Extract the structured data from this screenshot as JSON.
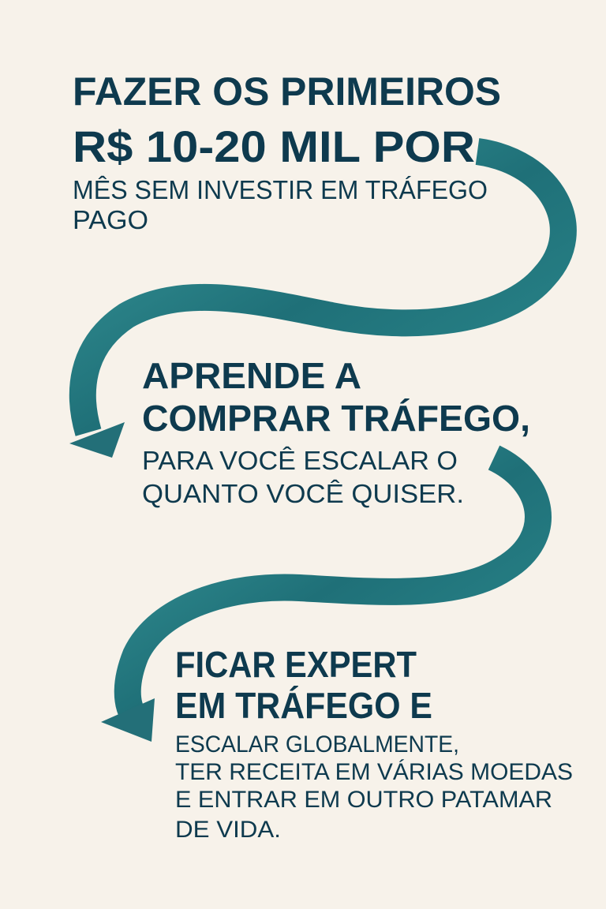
{
  "colors": {
    "background": "#f7f2ea",
    "text": "#0e3a4e",
    "arrow": "#2a7f84"
  },
  "steps": [
    {
      "headline": [
        "FAZER OS PRIMEIROS",
        "R$ 10-20 MIL POR"
      ],
      "body": [
        "MÊS SEM INVESTIR EM TRÁFEGO",
        "PAGO"
      ]
    },
    {
      "headline": [
        "APRENDE A",
        "COMPRAR TRÁFEGO,"
      ],
      "body": [
        "PARA VOCÊ ESCALAR O",
        "QUANTO VOCÊ QUISER."
      ]
    },
    {
      "headline": [
        "FICAR EXPERT",
        "EM TRÁFEGO E"
      ],
      "body": [
        "ESCALAR GLOBALMENTE,",
        "TER RECEITA EM VÁRIAS MOEDAS",
        "E ENTRAR EM OUTRO PATAMAR",
        "DE VIDA."
      ]
    }
  ],
  "icons": [
    "curved-arrow-icon",
    "curved-arrow-icon"
  ]
}
